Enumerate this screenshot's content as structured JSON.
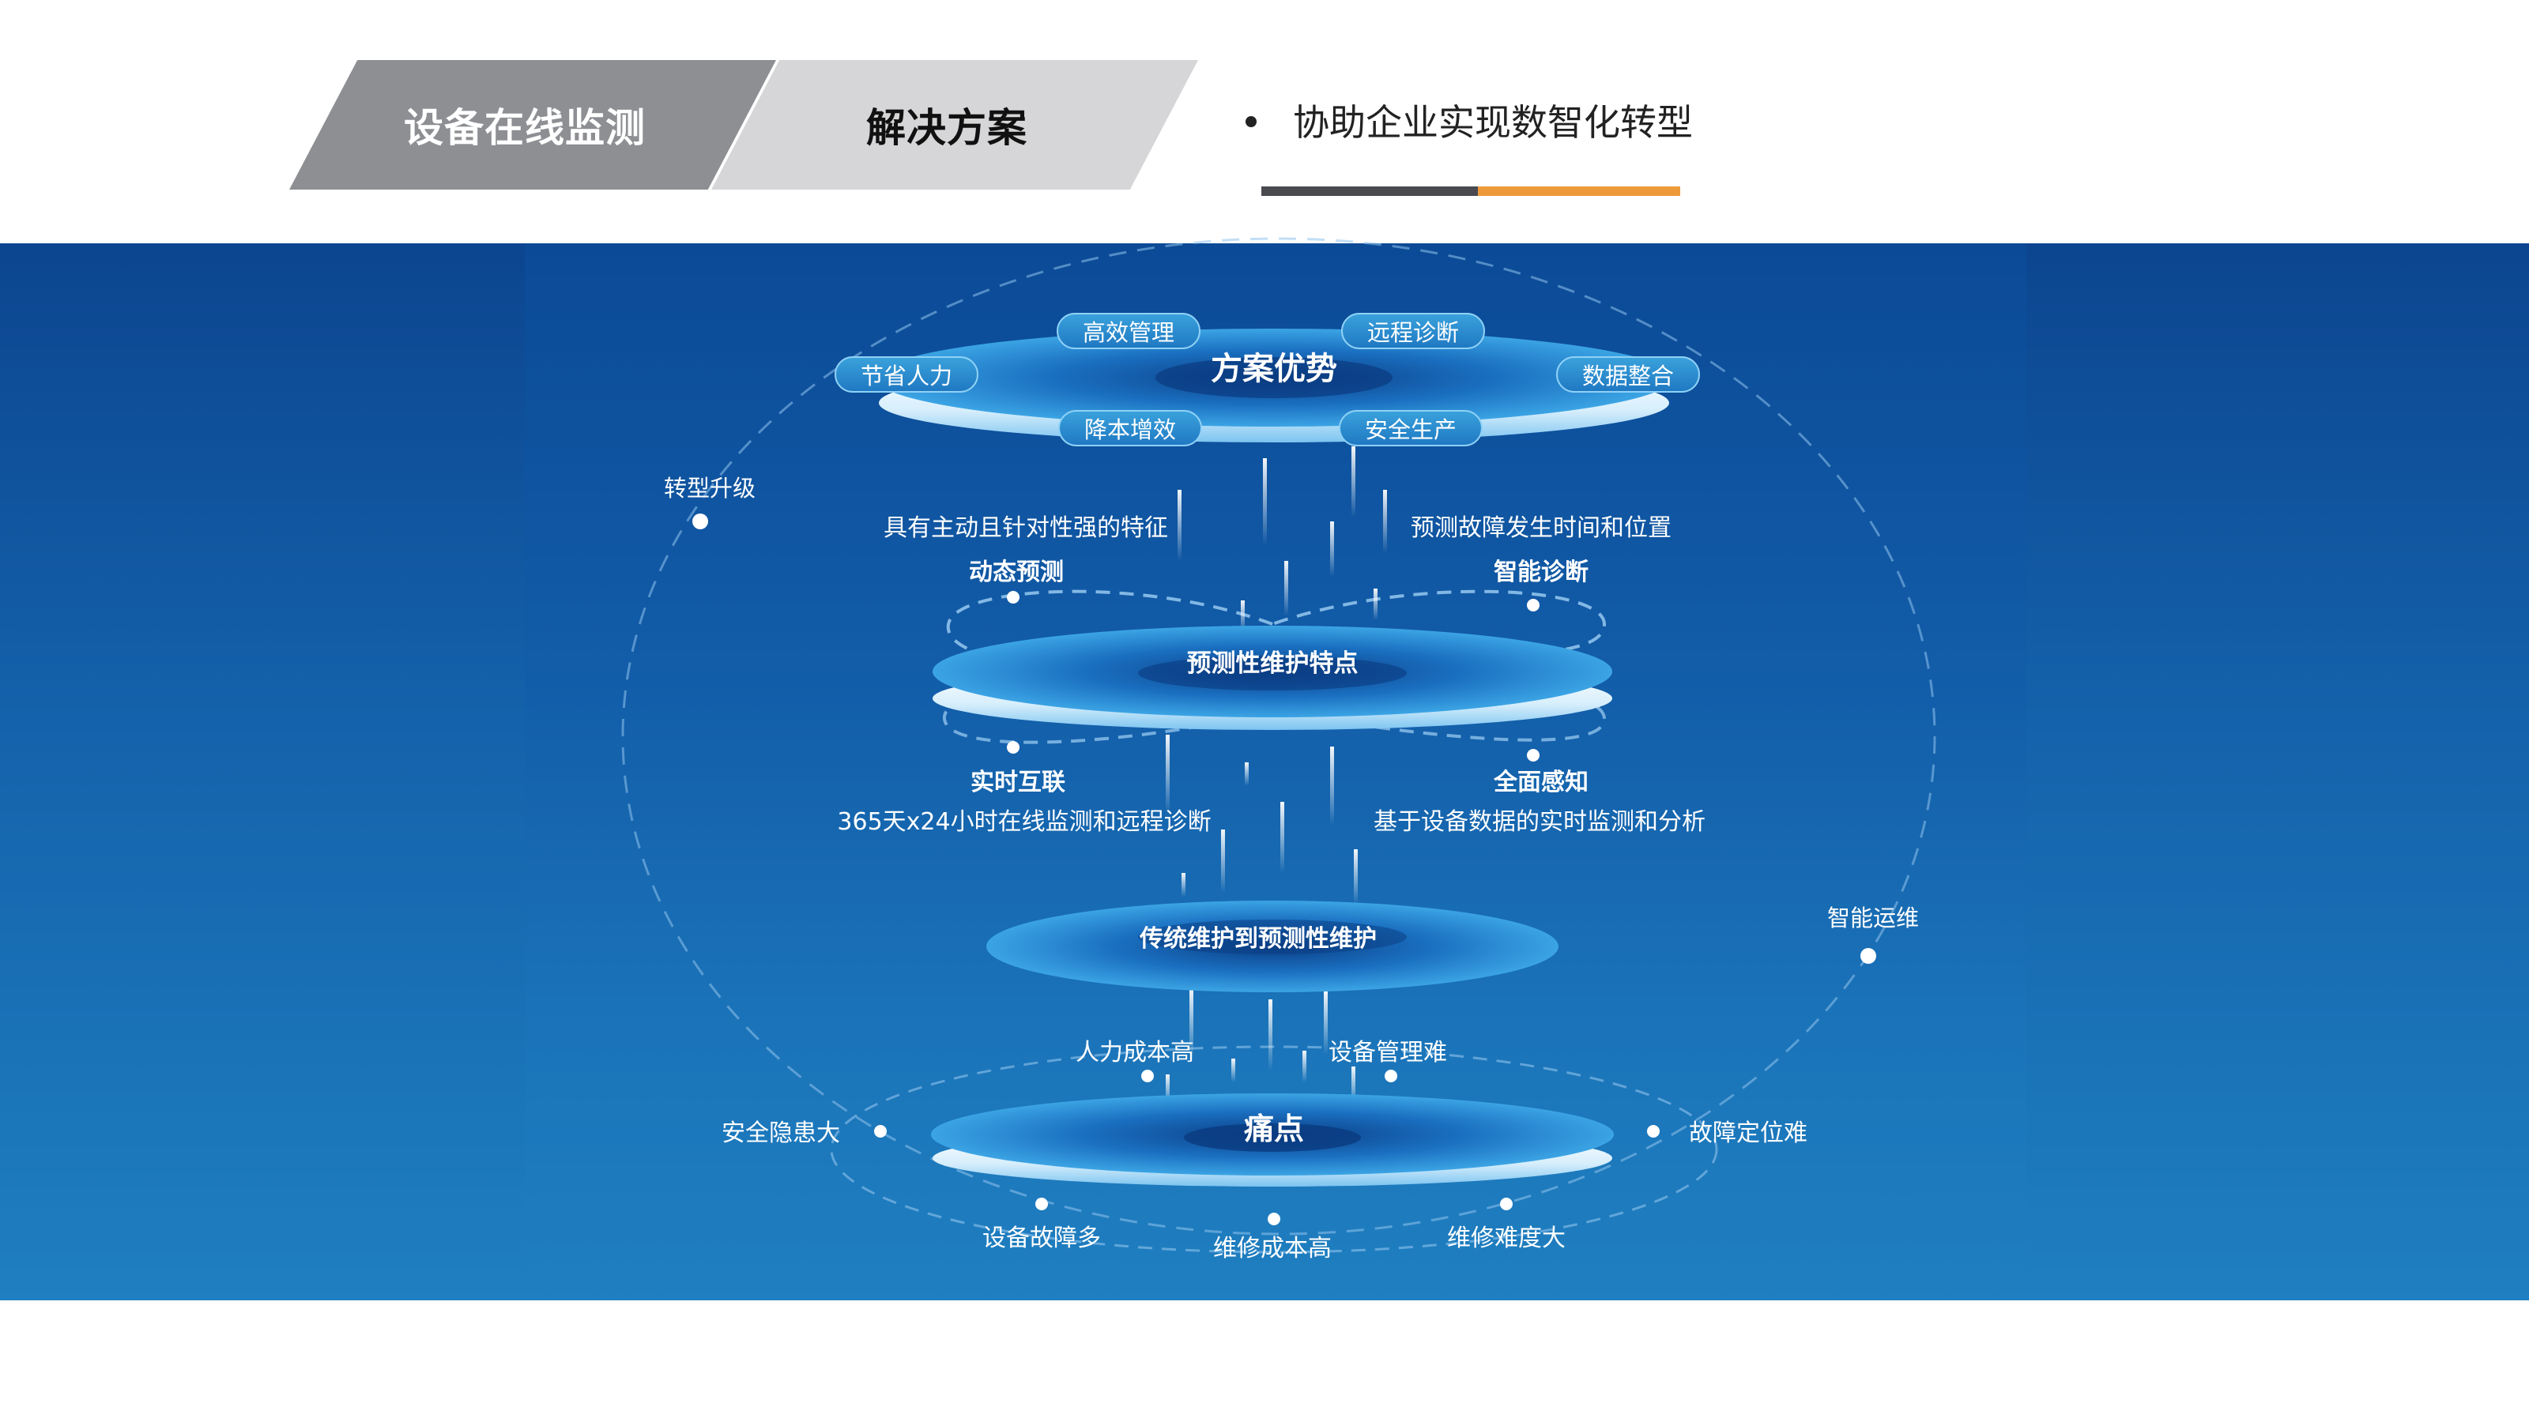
{
  "header": {
    "tab_primary": "设备在线监测",
    "tab_secondary": "解决方案",
    "bullet_text": "协助企业实现数智化转型",
    "accent_dark": "#484a4f",
    "accent_orange": "#ef9a3a"
  },
  "diagram": {
    "advantages": {
      "title": "方案优势",
      "pills": [
        "高效管理",
        "远程诊断",
        "节省人力",
        "数据整合",
        "降本增效",
        "安全生产"
      ]
    },
    "orbit_labels": {
      "left_upper": "转型升级",
      "right_mid": "智能运维"
    },
    "features": {
      "desc_top_left": "具有主动且针对性强的特征",
      "desc_top_right": "预测故障发生时间和位置",
      "head_top_left": "动态预测",
      "head_top_right": "智能诊断",
      "title": "预测性维护特点",
      "head_bottom_left": "实时互联",
      "head_bottom_right": "全面感知",
      "desc_bottom_left": "365天x24小时在线监测和远程诊断",
      "desc_bottom_right": "基于设备数据的实时监测和分析"
    },
    "transition": {
      "title": "传统维护到预测性维护"
    },
    "pain_points": {
      "title": "痛点",
      "top_left": "人力成本高",
      "top_right": "设备管理难",
      "left": "安全隐患大",
      "right": "故障定位难",
      "bottom_left": "设备故障多",
      "bottom_center": "维修成本高",
      "bottom_right": "维修难度大"
    }
  }
}
